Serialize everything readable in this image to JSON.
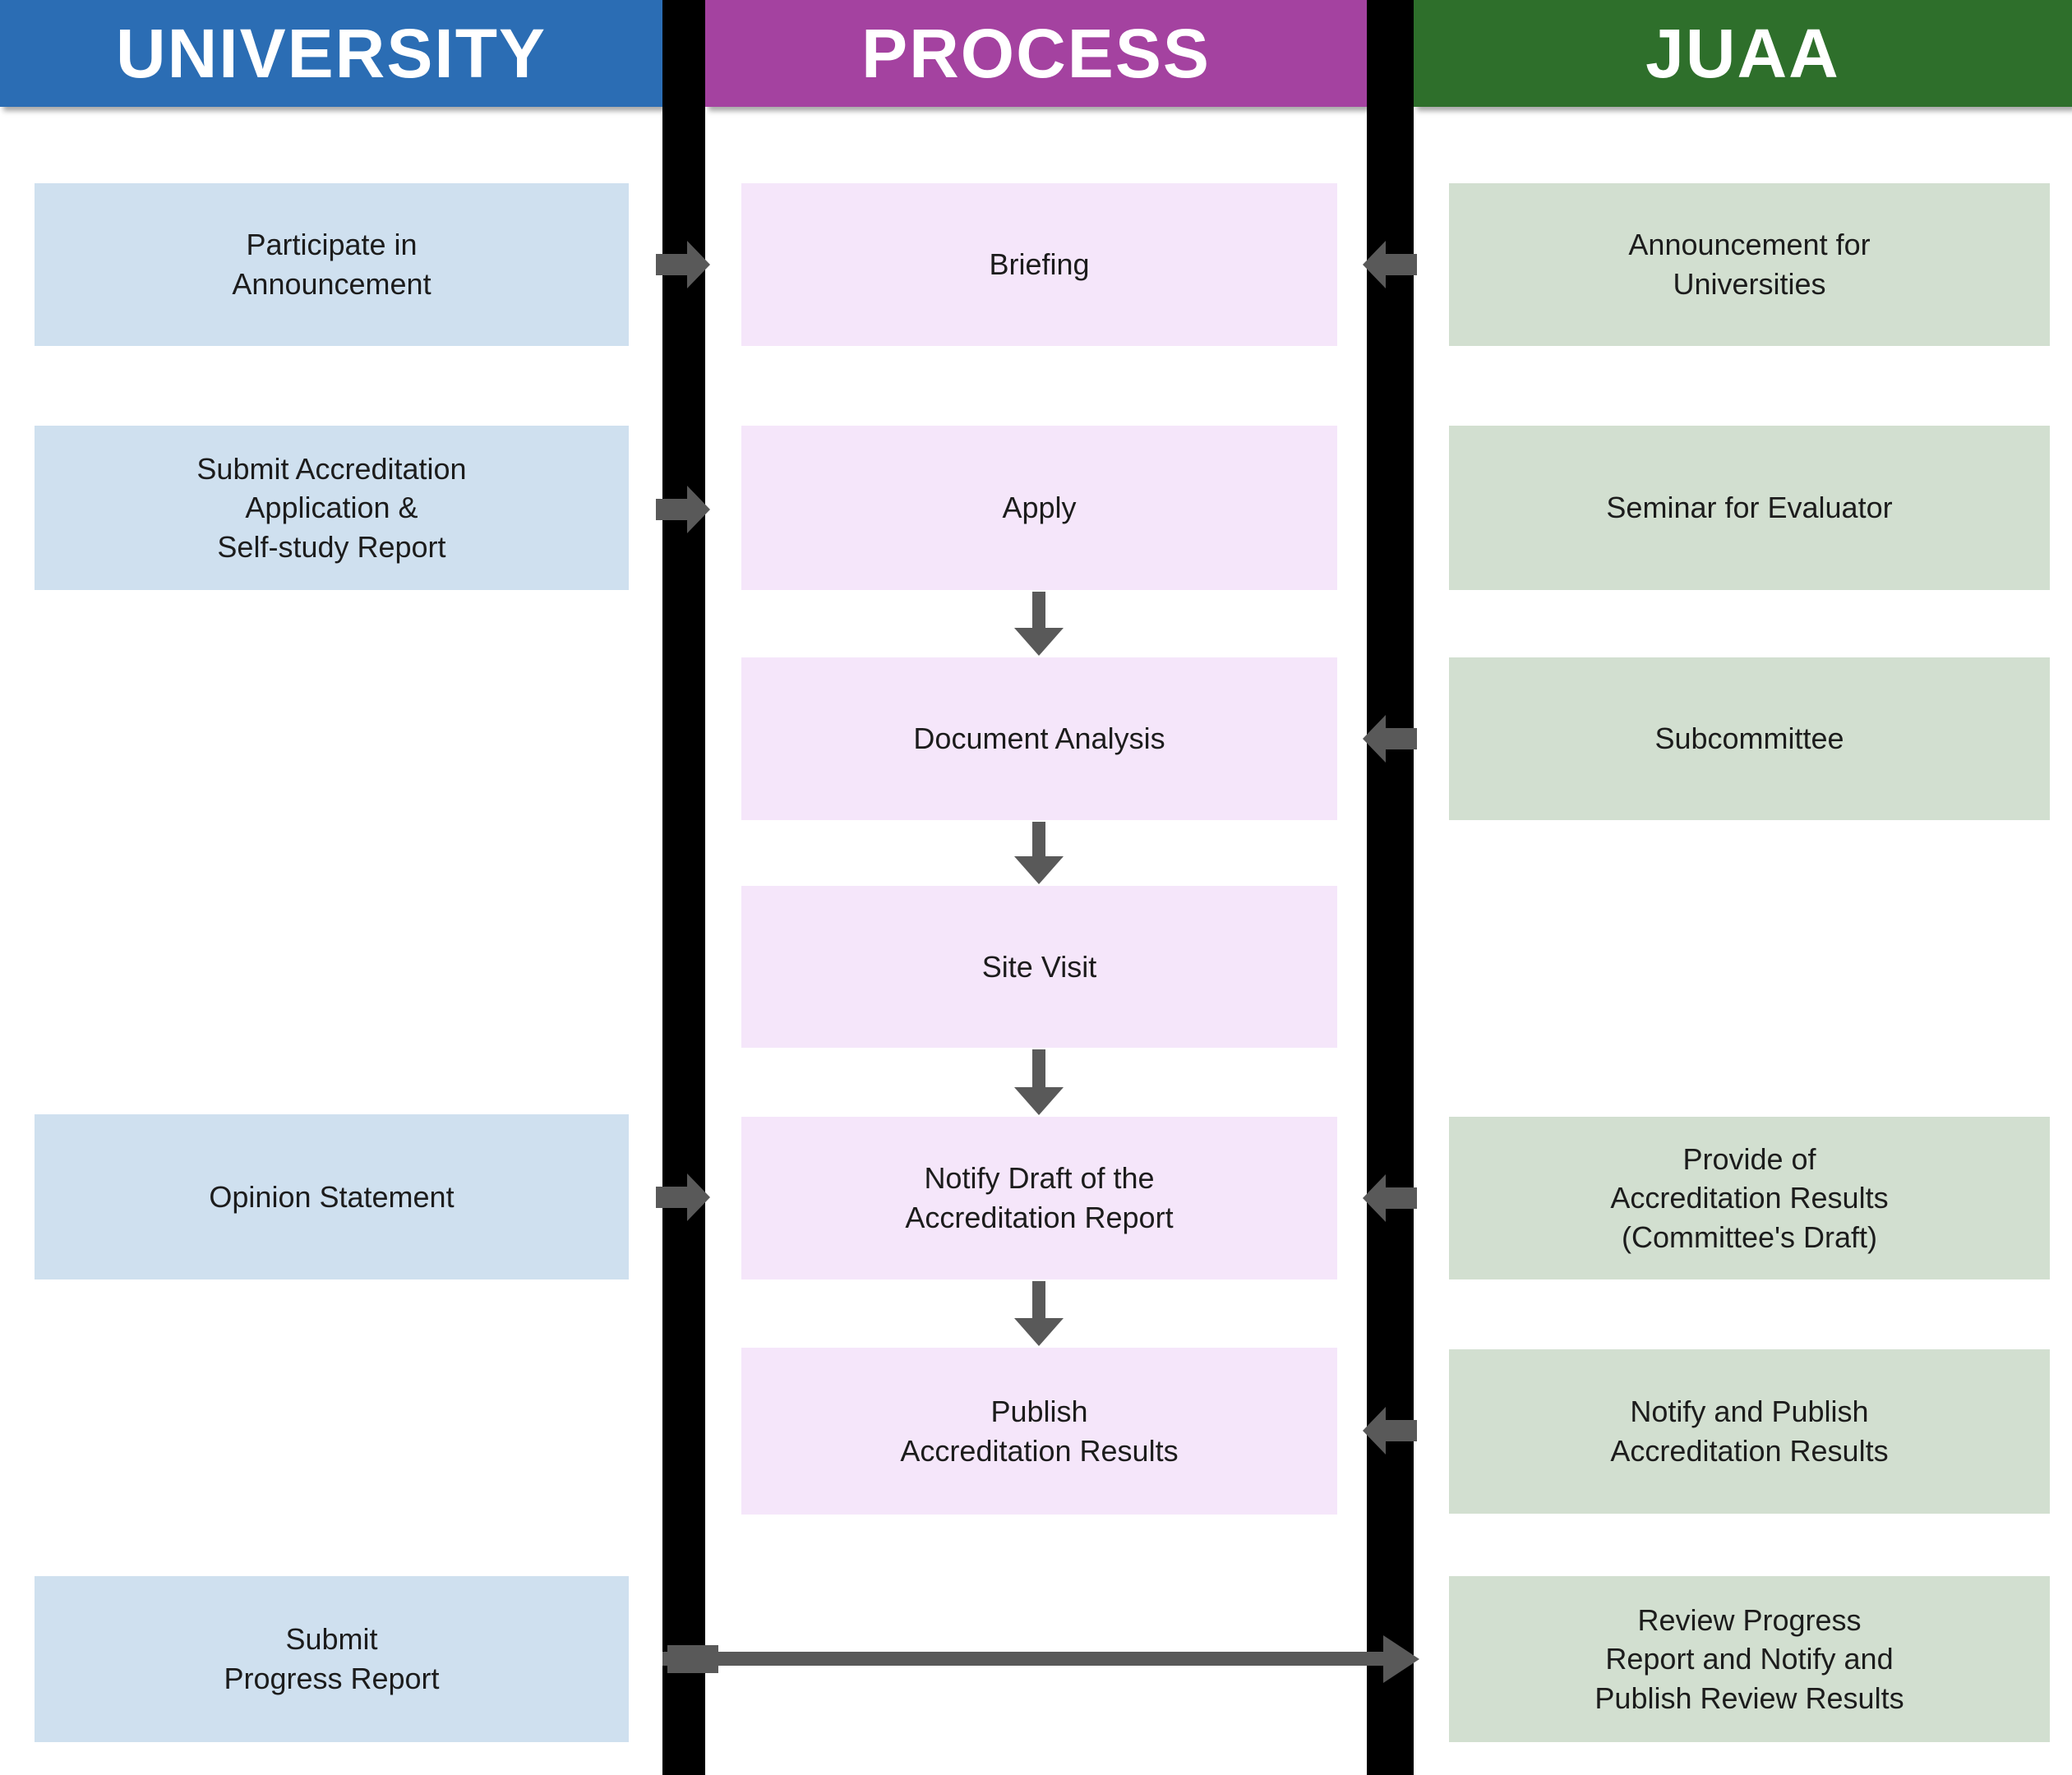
{
  "theme": {
    "university-header": "#2b6db4",
    "process-header": "#a442a0",
    "juaa-header": "#2e6f2b",
    "university-box": "#cfe0ef",
    "process-box": "#f5e6fa",
    "juaa-box": "#d2dfd0",
    "arrow": "#595959",
    "divider": "#000000",
    "text": "#1c1c1c",
    "header-text": "#ffffff",
    "background": "#ffffff"
  },
  "header": {
    "university": "UNIVERSITY",
    "process": "PROCESS",
    "juaa": "JUAA"
  },
  "university": {
    "boxes": [
      {
        "label": "Participate in\nAnnouncement"
      },
      {
        "label": "Submit Accreditation\nApplication &\nSelf-study Report"
      },
      {
        "label": "Opinion Statement"
      },
      {
        "label": "Submit\nProgress Report"
      }
    ]
  },
  "process": {
    "steps": [
      {
        "label": "Briefing"
      },
      {
        "label": "Apply"
      },
      {
        "label": "Document Analysis"
      },
      {
        "label": "Site Visit"
      },
      {
        "label": "Notify Draft of the\nAccreditation Report"
      },
      {
        "label": "Publish\nAccreditation Results"
      }
    ]
  },
  "juaa": {
    "boxes": [
      {
        "label": "Announcement for\nUniversities"
      },
      {
        "label": "Seminar for Evaluator"
      },
      {
        "label": "Subcommittee"
      },
      {
        "label": "Provide of\nAccreditation Results\n(Committee's Draft)"
      },
      {
        "label": "Notify and Publish\nAccreditation Results"
      },
      {
        "label": "Review Progress\nReport and Notify and\nPublish Review Results"
      }
    ]
  }
}
